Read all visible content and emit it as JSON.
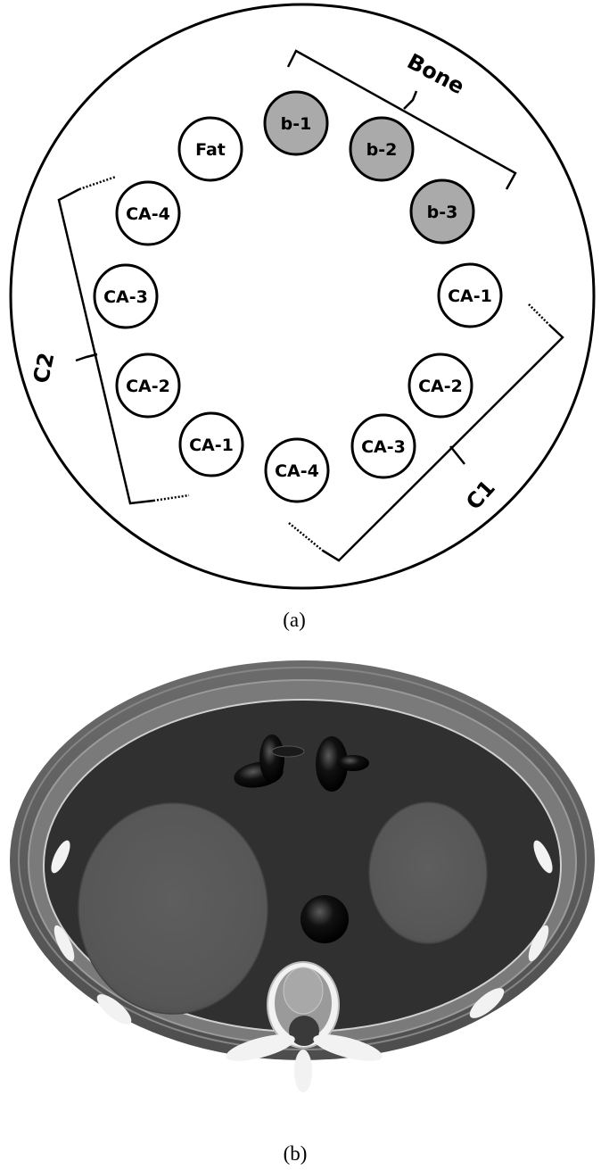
{
  "panel_a": {
    "caption": "(a)",
    "inserts": [
      {
        "label": "b-1",
        "material": "bone",
        "fill": "#aaaaaa"
      },
      {
        "label": "b-2",
        "material": "bone",
        "fill": "#aaaaaa"
      },
      {
        "label": "b-3",
        "material": "bone",
        "fill": "#aaaaaa"
      },
      {
        "label": "CA-1",
        "fill": "#ffffff"
      },
      {
        "label": "CA-2",
        "fill": "#ffffff"
      },
      {
        "label": "CA-3",
        "fill": "#ffffff"
      },
      {
        "label": "CA-4",
        "fill": "#ffffff"
      },
      {
        "label": "CA-1",
        "fill": "#ffffff"
      },
      {
        "label": "CA-2",
        "fill": "#ffffff"
      },
      {
        "label": "CA-3",
        "fill": "#ffffff"
      },
      {
        "label": "CA-4",
        "fill": "#ffffff"
      },
      {
        "label": "Fat",
        "fill": "#ffffff"
      }
    ],
    "group_labels": {
      "bone": "Bone",
      "c1": "C1",
      "c2": "C2"
    }
  },
  "panel_b": {
    "caption": "(b)",
    "colors": {
      "outer_ring": "#595959",
      "inner_ring": "#7a7a7a",
      "cavity": "#303030",
      "lungs": "#595959",
      "bone": "#f2f2f2",
      "dark_structures": "#0a0a0a"
    }
  }
}
